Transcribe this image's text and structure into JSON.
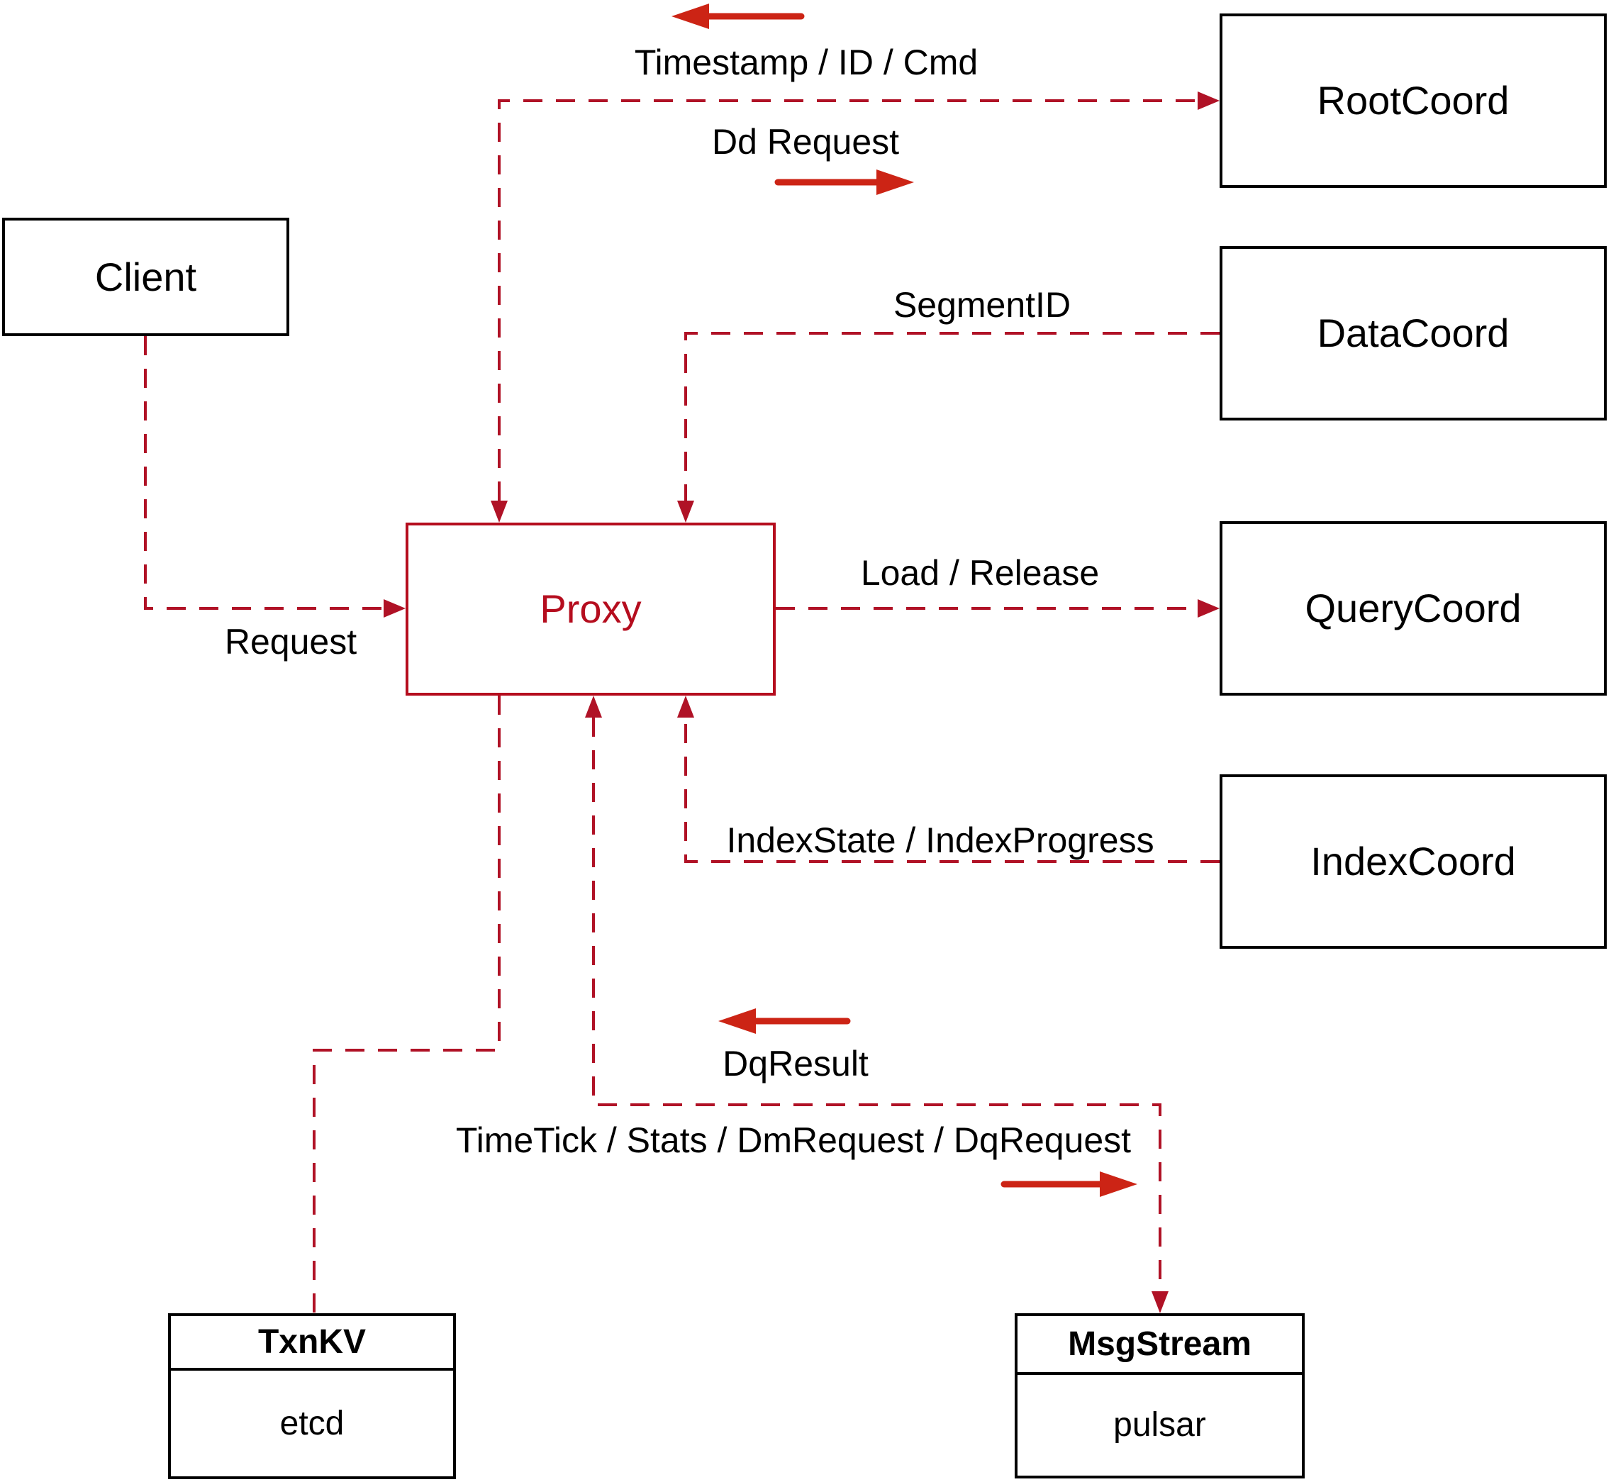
{
  "colors": {
    "line_dashed": "#b01226",
    "arrow_solid": "#cc2415",
    "proxy_accent": "#b50d1e",
    "box_border": "#000000",
    "background": "#ffffff"
  },
  "nodes": {
    "client": {
      "label": "Client"
    },
    "proxy": {
      "label": "Proxy"
    },
    "rootcoord": {
      "label": "RootCoord"
    },
    "datacoord": {
      "label": "DataCoord"
    },
    "querycoord": {
      "label": "QueryCoord"
    },
    "indexcoord": {
      "label": "IndexCoord"
    },
    "txnkv": {
      "title": "TxnKV",
      "subtitle": "etcd"
    },
    "msgstream": {
      "title": "MsgStream",
      "subtitle": "pulsar"
    }
  },
  "edges": [
    {
      "from": "Proxy",
      "to": "RootCoord",
      "style": "dashed",
      "arrows": "both",
      "labels": [
        "Timestamp / ID / Cmd",
        "Dd Request"
      ]
    },
    {
      "from": "DataCoord",
      "to": "Proxy",
      "style": "dashed",
      "arrows": "to",
      "labels": [
        "SegmentID"
      ]
    },
    {
      "from": "Client",
      "to": "Proxy",
      "style": "dashed",
      "arrows": "to",
      "labels": [
        "Request"
      ]
    },
    {
      "from": "Proxy",
      "to": "QueryCoord",
      "style": "dashed",
      "arrows": "to",
      "labels": [
        "Load / Release"
      ]
    },
    {
      "from": "IndexCoord",
      "to": "Proxy",
      "style": "dashed",
      "arrows": "to",
      "labels": [
        "IndexState / IndexProgress"
      ]
    },
    {
      "from": "Proxy",
      "to": "TxnKV",
      "style": "dashed",
      "arrows": "none",
      "labels": []
    },
    {
      "from": "Proxy",
      "to": "MsgStream",
      "style": "dashed",
      "arrows": "both",
      "labels": [
        "DqResult",
        "TimeTick / Stats / DmRequest / DqRequest"
      ]
    }
  ]
}
